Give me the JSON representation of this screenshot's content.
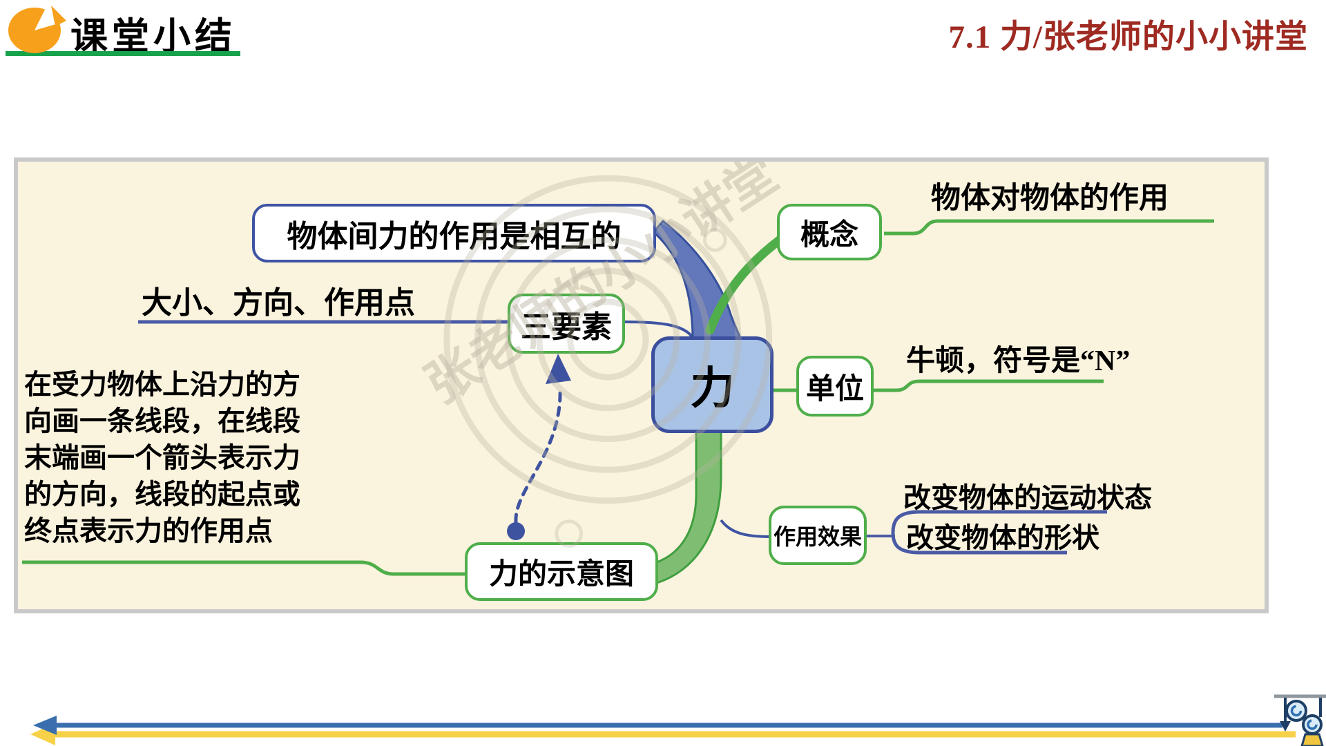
{
  "header": {
    "icon": "pie-chart-icon",
    "title": "课堂小结",
    "subtitle": "7.1 力/张老师的小小讲堂"
  },
  "slide": {
    "watermark": "张老师的小小讲堂"
  },
  "mindmap": {
    "center": "力",
    "branches": {
      "mutual": {
        "label": "物体间力的作用是相互的"
      },
      "concept": {
        "label": "概念",
        "detail": "物体对物体的作用"
      },
      "unit": {
        "label": "单位",
        "detail": "牛顿，符号是“N”"
      },
      "effect": {
        "label": "作用效果",
        "details": [
          "改变物体的运动状态",
          "改变物体的形状"
        ]
      },
      "three_elements": {
        "label": "三要素",
        "detail": "大小、方向、作用点"
      },
      "diagram": {
        "label": "力的示意图",
        "detail_lines": [
          "在受力物体上沿力的方",
          "向画一条线段，在线段",
          "末端画一个箭头表示力",
          "的方向，线段的起点或",
          "终点表示力的作用点"
        ]
      }
    }
  },
  "colors": {
    "accent_green": "#4fae4a",
    "accent_navy": "#3e54a3",
    "center_fill": "#a9c3e6",
    "panel_bg": "#faf3de",
    "title_red": "#9e2a22",
    "icon_orange": "#f6a01c",
    "footer_blue": "#3a6fae",
    "footer_yellow": "#f7d148"
  }
}
